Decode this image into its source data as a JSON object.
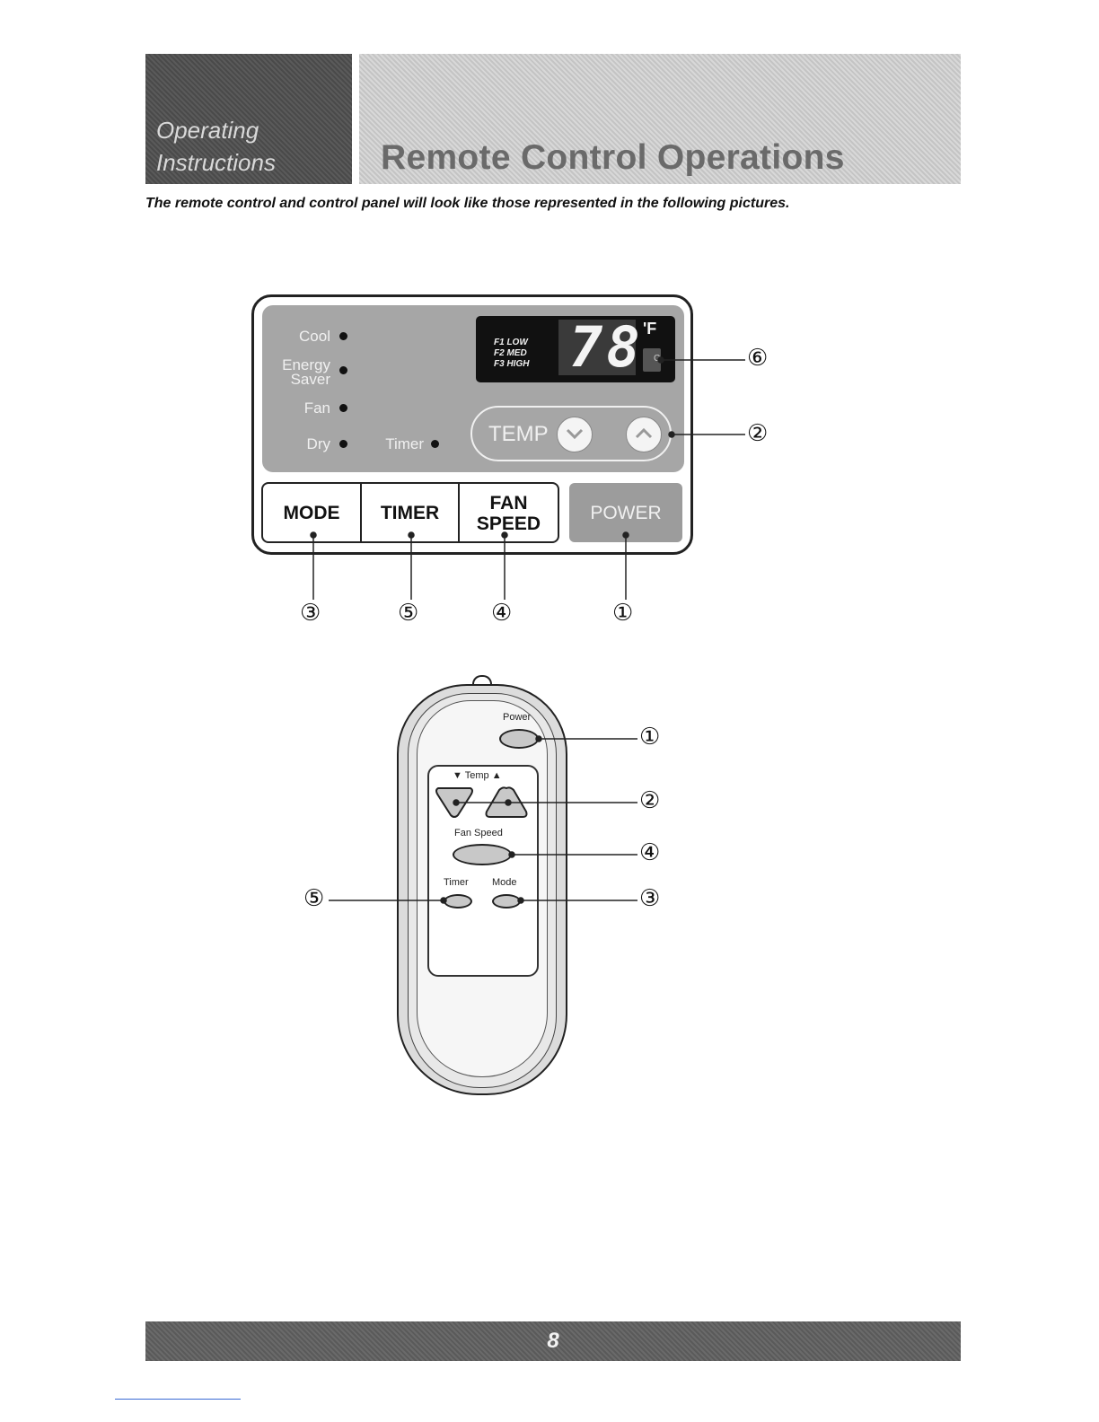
{
  "header": {
    "section_line1": "Operating",
    "section_line2": "Instructions",
    "title": "Remote Control Operations"
  },
  "intro": "The remote control and control panel will look like those represented in the following pictures.",
  "control_panel": {
    "indicators": [
      "Cool",
      "Energy\nSaver",
      "Fan",
      "Dry"
    ],
    "indicator_cool": "Cool",
    "indicator_energy_line1": "Energy",
    "indicator_energy_line2": "Saver",
    "indicator_fan": "Fan",
    "indicator_dry": "Dry",
    "indicator_timer": "Timer",
    "fan_levels": [
      "F1 LOW",
      "F2 MED",
      "F3 HIGH"
    ],
    "display_value": "78",
    "unit_f": "'F",
    "unit_c": "C",
    "temp_label": "TEMP",
    "buttons": {
      "mode": "MODE",
      "timer": "TIMER",
      "fan_speed_line1": "FAN",
      "fan_speed_line2": "SPEED",
      "power": "POWER"
    },
    "callouts": {
      "display_unit": "⑥",
      "temp": "②",
      "mode": "③",
      "timer": "⑤",
      "fan_speed": "④",
      "power": "①"
    }
  },
  "remote": {
    "power": "Power",
    "temp": "▼ Temp ▲",
    "fan_speed": "Fan Speed",
    "timer": "Timer",
    "mode": "Mode",
    "callouts": {
      "power": "①",
      "temp": "②",
      "fan_speed": "④",
      "mode": "③",
      "timer": "⑤"
    }
  },
  "footer": {
    "page_number": "8"
  },
  "colors": {
    "header_dark": "#4a4a4a",
    "header_light": "#cccccc",
    "panel_grey": "#a6a6a6",
    "display_black": "#111111"
  }
}
